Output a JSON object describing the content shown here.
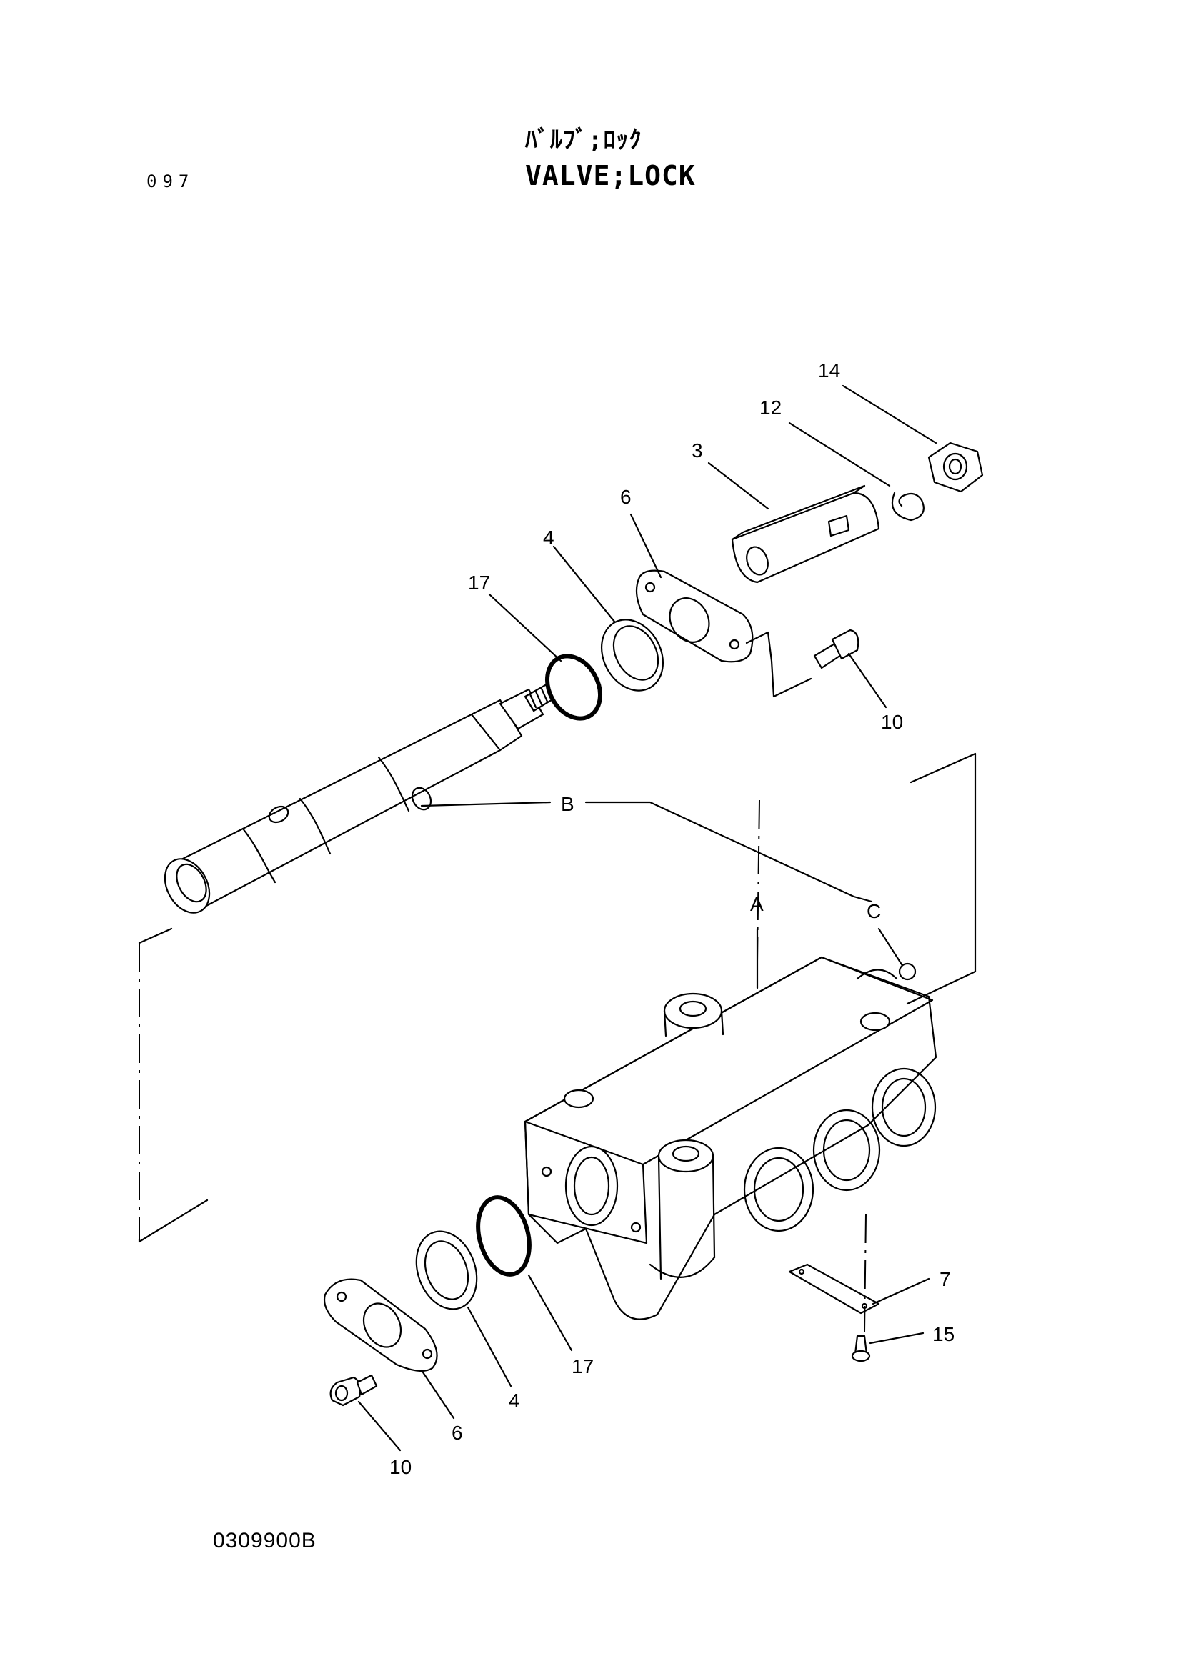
{
  "header": {
    "page_number": "097",
    "title_japanese": "ﾊﾞﾙﾌﾞ;ﾛｯｸ",
    "title_english": "VALVE;LOCK"
  },
  "footer": {
    "drawing_number": "0309900B"
  },
  "callouts": {
    "c14": "14",
    "c12": "12",
    "c3": "3",
    "c6_top": "6",
    "c4_top": "4",
    "c17_top": "17",
    "c10_top": "10",
    "cB": "B",
    "cA": "A",
    "cC": "C",
    "c7": "7",
    "c15": "15",
    "c17_bottom": "17",
    "c4_bottom": "4",
    "c6_bottom": "6",
    "c10_bottom": "10"
  }
}
